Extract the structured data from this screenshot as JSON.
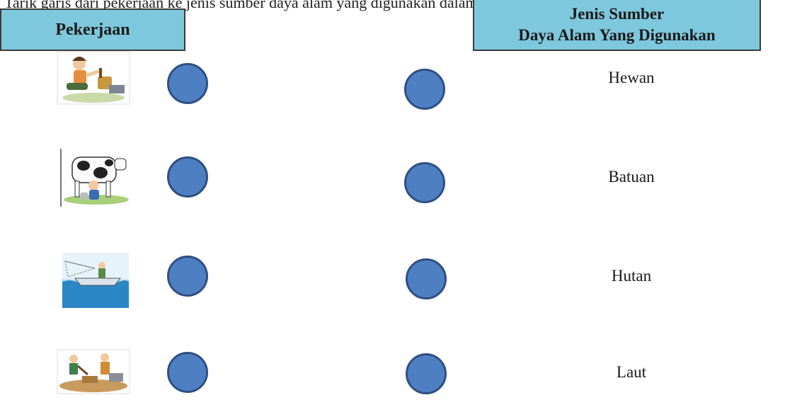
{
  "instruction": "Tarik garis dari pekerjaan ke jenis sumber daya alam yang digunakan dalam setiap pekerjaan.",
  "headers": {
    "left": "Pekerjaan",
    "right_line1": "Jenis Sumber",
    "right_line2": "Daya Alam Yang Digunakan"
  },
  "resources": [
    "Hewan",
    "Batuan",
    "Hutan",
    "Laut"
  ],
  "colors": {
    "header_bg": "#7ec8dd",
    "circle": "#4f7fc3",
    "circle_border": "#2f4f82"
  },
  "icons": [
    "craftsman-icon",
    "dairy-farmer-icon",
    "fisherman-icon",
    "miner-icon"
  ]
}
